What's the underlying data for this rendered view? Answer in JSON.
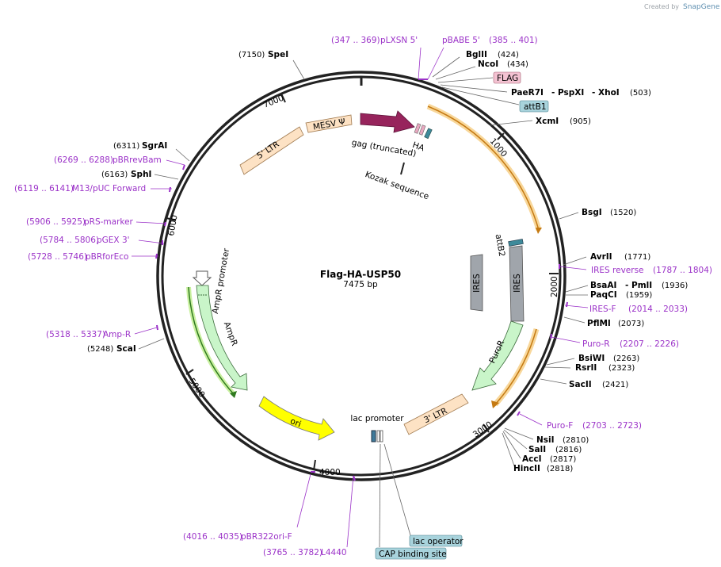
{
  "credit": {
    "text": "Created by",
    "brand": "SnapGene"
  },
  "plasmid": {
    "name": "Flag-HA-USP50",
    "size": "7475 bp"
  },
  "ticks": [
    "1000",
    "2000",
    "3000",
    "4000",
    "5000",
    "6000",
    "7000"
  ],
  "features": {
    "five_ltr": "5' LTR",
    "mesv": "MESV Ψ",
    "gag": "gag (truncated)",
    "ha": "HA",
    "kozak": "Kozak sequence",
    "ampr_promoter": "AmpR promoter",
    "ampr": "AmpR",
    "ori": "ori",
    "lac_promoter": "lac promoter",
    "three_ltr": "3' LTR",
    "puror": "PuroR",
    "ires_inner": "IRES",
    "ires_outer": "IRES",
    "attb2": "attB2"
  },
  "boxed_labels": {
    "flag": "FLAG",
    "attb1": "attB1",
    "lac_operator": "lac operator",
    "cap_site": "CAP binding site"
  },
  "sites": [
    {
      "pos": "(7150)",
      "name": "SpeI"
    },
    {
      "pos": "(424)",
      "name": "BglII"
    },
    {
      "pos": "(434)",
      "name": "NcoI"
    },
    {
      "pos": "(503)",
      "name": "PaeR7I",
      "name2": "- PspXI",
      "name3": "- XhoI"
    },
    {
      "pos": "(905)",
      "name": "XcmI"
    },
    {
      "pos": "(6311)",
      "name": "SgrAI"
    },
    {
      "pos": "(6163)",
      "name": "SphI"
    },
    {
      "pos": "(1520)",
      "name": "BsgI"
    },
    {
      "pos": "(1771)",
      "name": "AvrII"
    },
    {
      "pos": "(1936)",
      "name": "BsaAI",
      "name2": "- PmlI"
    },
    {
      "pos": "(1959)",
      "name": "PaqCI"
    },
    {
      "pos": "(2073)",
      "name": "PflMI"
    },
    {
      "pos": "(2263)",
      "name": "BsiWI"
    },
    {
      "pos": "(2323)",
      "name": "RsrII"
    },
    {
      "pos": "(2421)",
      "name": "SacII"
    },
    {
      "pos": "(2810)",
      "name": "NsiI"
    },
    {
      "pos": "(2816)",
      "name": "SalI"
    },
    {
      "pos": "(2817)",
      "name": "AccI"
    },
    {
      "pos": "(2818)",
      "name": "HincII"
    },
    {
      "pos": "(5248)",
      "name": "ScaI"
    }
  ],
  "primers": [
    {
      "range": "(347 .. 369)",
      "name": "pLXSN 5'"
    },
    {
      "range": "(385 .. 401)",
      "name": "pBABE 5'"
    },
    {
      "range": "(6269 .. 6288)",
      "name": "pBRrevBam"
    },
    {
      "range": "(6119 .. 6141)",
      "name": "M13/pUC Forward"
    },
    {
      "range": "(5906 .. 5925)",
      "name": "pRS-marker"
    },
    {
      "range": "(5784 .. 5806)",
      "name": "pGEX 3'"
    },
    {
      "range": "(5728 .. 5746)",
      "name": "pBRforEco"
    },
    {
      "range": "(5318 .. 5337)",
      "name": "Amp-R"
    },
    {
      "range": "(1787 .. 1804)",
      "name": "IRES reverse"
    },
    {
      "range": "(2014 .. 2033)",
      "name": "IRES-F"
    },
    {
      "range": "(2207 .. 2226)",
      "name": "Puro-R"
    },
    {
      "range": "(2703 .. 2723)",
      "name": "Puro-F"
    },
    {
      "range": "(4016 .. 4035)",
      "name": "pBR322ori-F"
    },
    {
      "range": "(3765 .. 3782)",
      "name": "L4440"
    }
  ],
  "colors": {
    "backbone": "#222222",
    "ltr": "#fde2c4",
    "mesv": "#fde2c4",
    "gag": "#97245c",
    "ampr": "#c9f5c9",
    "ori": "#ffff00",
    "ires": "#a0a5ab",
    "primer": "#9b32c8",
    "orange_track": "#f0a830",
    "green_track": "#2f7a1f",
    "flag_box": "#f4c2d2",
    "attb_box": "#a8d3dc"
  }
}
